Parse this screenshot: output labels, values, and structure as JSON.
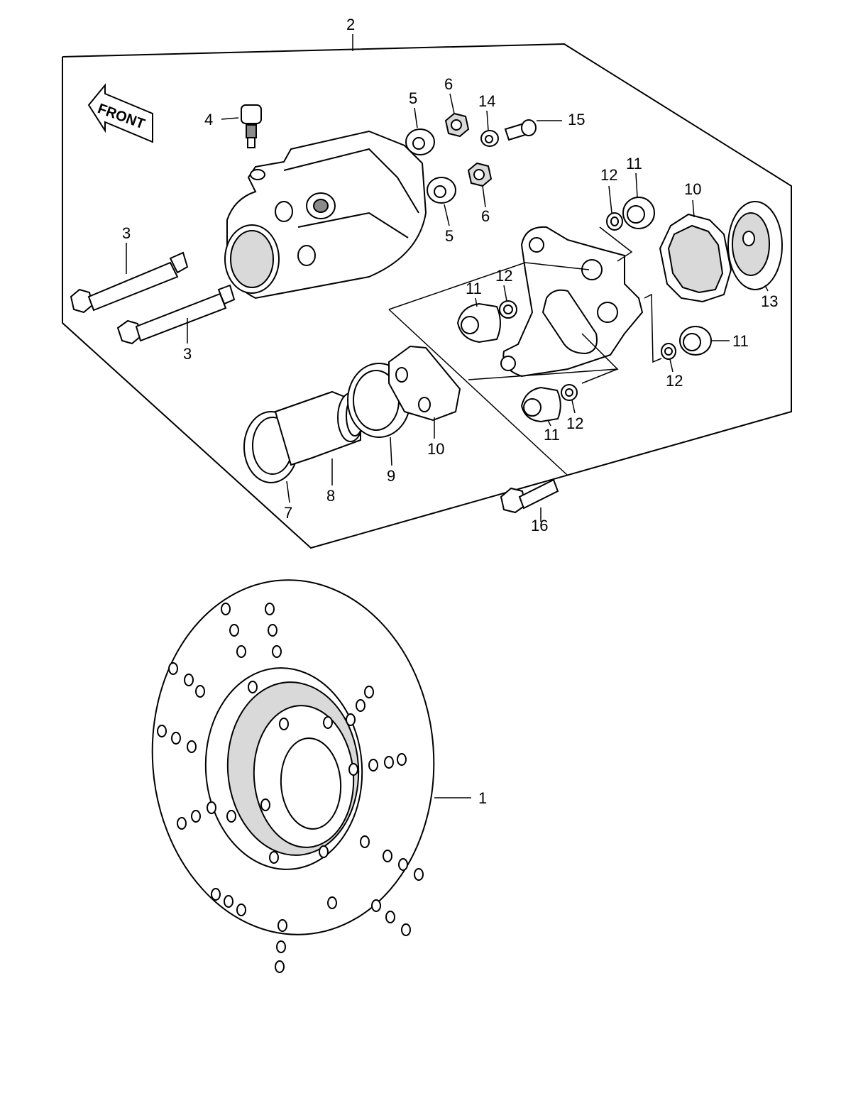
{
  "front_label": "FRONT",
  "callouts": {
    "c1": "1",
    "c2": "2",
    "c3a": "3",
    "c3b": "3",
    "c4": "4",
    "c5a": "5",
    "c5b": "5",
    "c6a": "6",
    "c6b": "6",
    "c7": "7",
    "c8": "8",
    "c9": "9",
    "c10a": "10",
    "c10b": "10",
    "c11a": "11",
    "c11b": "11",
    "c11c": "11",
    "c11d": "11",
    "c12a": "12",
    "c12b": "12",
    "c12c": "12",
    "c12d": "12",
    "c13": "13",
    "c14": "14",
    "c15": "15",
    "c16": "16"
  }
}
